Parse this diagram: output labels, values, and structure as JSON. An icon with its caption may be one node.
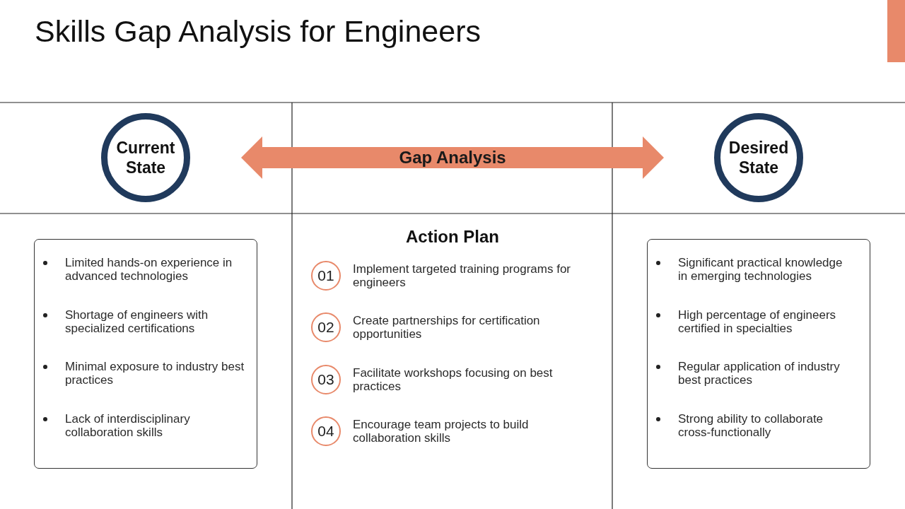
{
  "diagram": {
    "title": "Skills Gap Analysis for Engineers",
    "nodes": [
      {
        "text": [
          "Current State"
        ]
      },
      {
        "text": [
          "Desired State"
        ]
      },
      {
        "text": [
          "Limited hands-on experience in advanced technologies",
          "Shortage of engineers with specialized certifications",
          "Minimal exposure to industry best practices",
          "Lack of interdisciplinary collaboration skills"
        ]
      },
      {
        "text": [
          "01"
        ],
        "beside": [
          "Implement targeted training programs for engineers"
        ]
      },
      {
        "text": [
          "02"
        ],
        "beside": [
          "Create partnerships for certification opportunities"
        ]
      },
      {
        "text": [
          "03"
        ],
        "beside": [
          "Facilitate workshops focusing on best practices"
        ]
      },
      {
        "text": [
          "04"
        ],
        "beside": [
          "Encourage team projects to build collaboration skills"
        ]
      },
      {
        "text": [
          "Significant practical knowledge in emerging technologies",
          "High percentage of engineers certified in specialties",
          "Regular application of industry best practices",
          "Strong ability to collaborate cross-functionally"
        ]
      }
    ],
    "edges": [
      {
        "from": 0,
        "to": 1,
        "arrow": "both",
        "label": "Gap Analysis"
      }
    ],
    "labels": [
      "Action Plan"
    ]
  }
}
